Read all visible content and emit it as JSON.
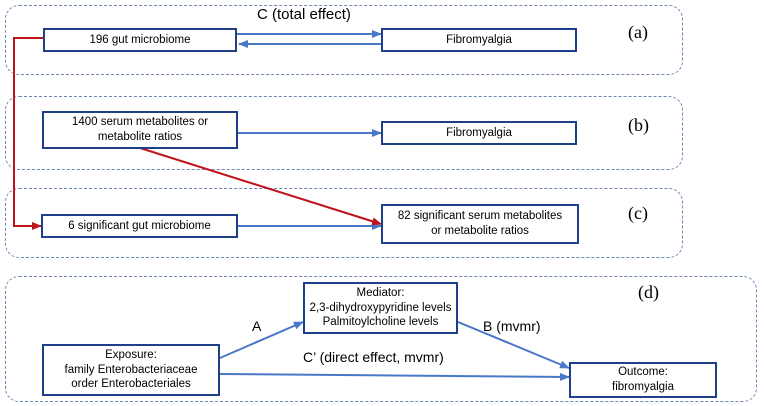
{
  "panels": {
    "a": {
      "label": "(a)"
    },
    "b": {
      "label": "(b)"
    },
    "c": {
      "label": "(c)"
    },
    "d": {
      "label": "(d)"
    }
  },
  "nodes": {
    "gut_196": "196 gut microbiome",
    "fibro_a": "Fibromyalgia",
    "serum_1400": "1400 serum metabolites or\nmetabolite ratios",
    "fibro_b": "Fibromyalgia",
    "gut_6": "6 significant gut microbiome",
    "serum_82": "82 significant serum metabolites\nor  metabolite ratios",
    "mediator": "Mediator:\n2,3-dihydroxypyridine levels\nPalmitoylcholine levels",
    "exposure": "Exposure:\nfamily Enterobacteriaceae\norder Enterobacteriales",
    "outcome": "Outcome:\nfibromyalgia"
  },
  "edge_labels": {
    "total_effect": "C (total effect)",
    "a_path": "A",
    "b_path": "B (mvmr)",
    "direct_effect": "C’ (direct effect, mvmr)"
  },
  "colors": {
    "box_border": "#1f3f8a",
    "arrow_blue": "#4a78c9",
    "arrow_red": "#c0141c",
    "panel_border": "#6f86b5"
  }
}
